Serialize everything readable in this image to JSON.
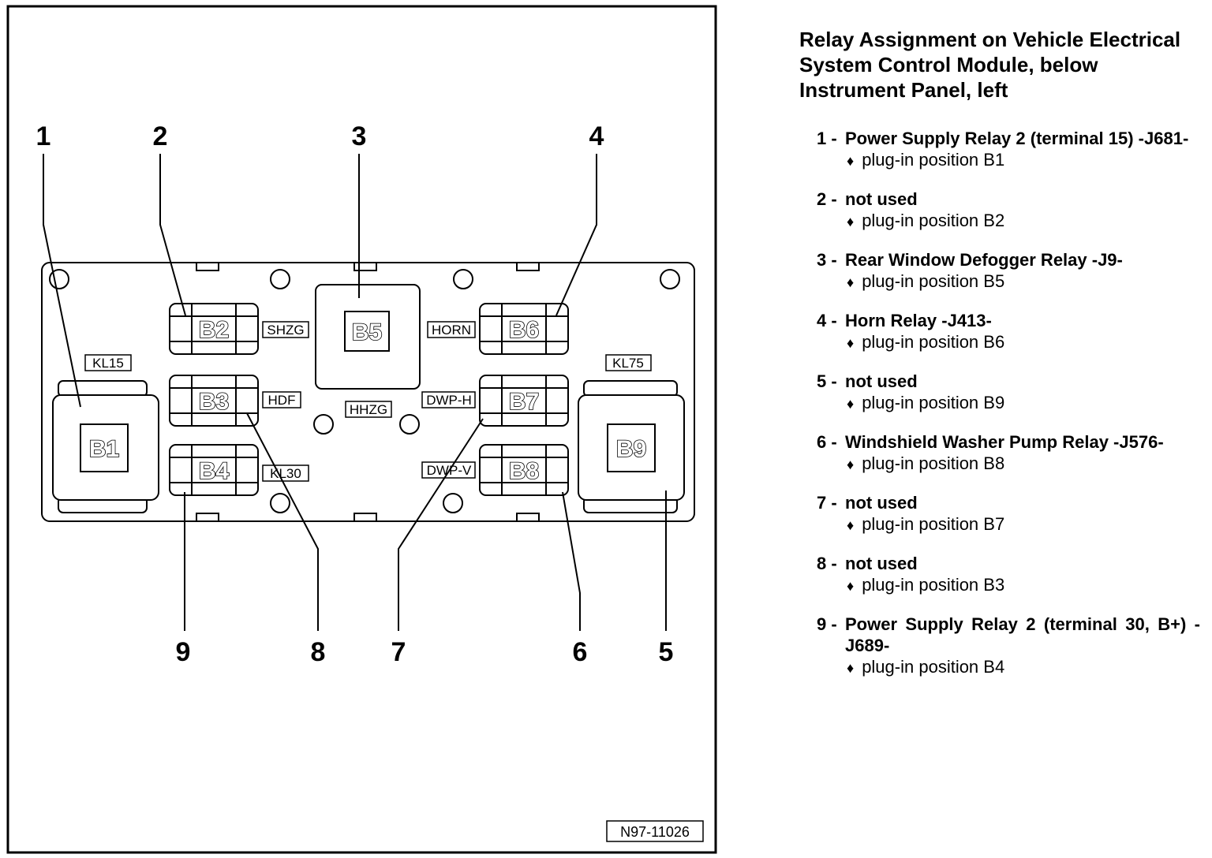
{
  "figure": {
    "figure_id": "N97-11026",
    "callouts": [
      "1",
      "2",
      "3",
      "4",
      "5",
      "6",
      "7",
      "8",
      "9"
    ],
    "positions": {
      "b1": "B1",
      "b2": "B2",
      "b3": "B3",
      "b4": "B4",
      "b5": "B5",
      "b6": "B6",
      "b7": "B7",
      "b8": "B8",
      "b9": "B9"
    },
    "labels": {
      "kl15": "KL15",
      "kl75": "KL75",
      "shzg": "SHZG",
      "horn": "HORN",
      "hdf": "HDF",
      "dwph": "DWP-H",
      "hhzg": "HHZG",
      "kl30": "KL30",
      "dwpv": "DWP-V"
    }
  },
  "legend": {
    "title": "Relay Assignment on Vehicle Electrical System Control Module, below Instrument Panel, left",
    "items": [
      {
        "number": "1 -",
        "name": "Power Supply Relay 2 (terminal 15) -J681-",
        "detail": "plug-in position B1"
      },
      {
        "number": "2 -",
        "name": "not used",
        "detail": "plug-in position B2"
      },
      {
        "number": "3 -",
        "name": "Rear Window Defogger Relay -J9-",
        "detail": "plug-in position B5"
      },
      {
        "number": "4 -",
        "name": "Horn Relay -J413-",
        "detail": "plug-in position B6"
      },
      {
        "number": "5 -",
        "name": "not used",
        "detail": "plug-in position B9"
      },
      {
        "number": "6 -",
        "name": "Windshield Washer Pump Relay -J576-",
        "detail": "plug-in position B8"
      },
      {
        "number": "7 -",
        "name": "not used",
        "detail": "plug-in position B7"
      },
      {
        "number": "8 -",
        "name": "not used",
        "detail": "plug-in position B3"
      },
      {
        "number": "9 -",
        "name": "Power Supply Relay 2 (terminal 30, B+) -J689-",
        "detail": "plug-in position B4"
      }
    ],
    "bullet": "♦"
  }
}
